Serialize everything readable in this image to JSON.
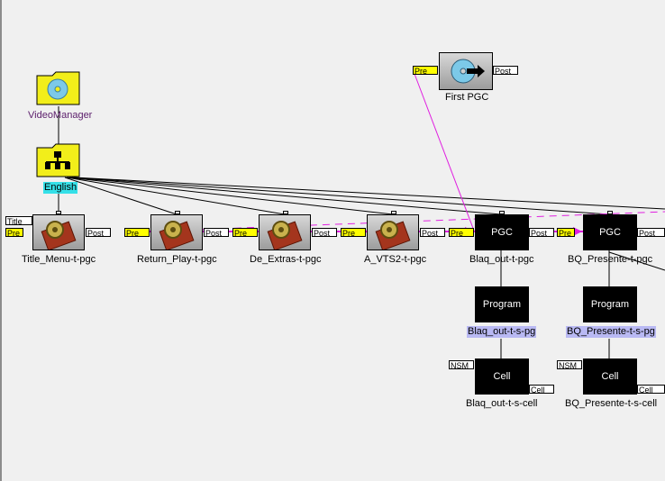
{
  "nodes": {
    "video_manager": {
      "label": "VideoManager"
    },
    "language": {
      "label": "English"
    },
    "first_pgc": {
      "label": "First PGC",
      "pre": "Pre",
      "post": "Post"
    },
    "title_menu": {
      "label": "Title_Menu-t-pgc",
      "title_tag": "Title",
      "pre": "Pre",
      "post": "Post"
    },
    "return_play": {
      "label": "Return_Play-t-pgc",
      "pre": "Pre",
      "post": "Post"
    },
    "de_extras": {
      "label": "De_Extras-t-pgc",
      "pre": "Pre",
      "post": "Post"
    },
    "a_vts2": {
      "label": "A_VTS2-t-pgc",
      "pre": "Pre",
      "post": "Post"
    },
    "blaq_out": {
      "pgc_text": "PGC",
      "label": "Blaq_out-t-pgc",
      "pre": "Pre",
      "post": "Post",
      "program_text": "Program",
      "program_label": "Blaq_out-t-s-pg",
      "cell_text": "Cell",
      "nsm": "NSM",
      "cell_tag": "Cell",
      "cell_label": "Blaq_out-t-s-cell"
    },
    "bq_presente": {
      "pgc_text": "PGC",
      "label": "BQ_Presente-t-pgc",
      "pre": "Pre",
      "post": "Post",
      "program_text": "Program",
      "program_label": "BQ_Presente-t-s-pg",
      "cell_text": "Cell",
      "nsm": "NSM",
      "cell_tag": "Cell",
      "cell_label": "BQ_Presente-t-s-cell"
    }
  },
  "colors": {
    "background": "#f0f0f0",
    "folder": "#f2ee1a",
    "pre_port": "#ffff00",
    "link_magenta": "#e020e0",
    "highlight_cyan": "#35e0e8",
    "highlight_blue": "#b9b9f3",
    "label_purple": "#5b1d6b"
  },
  "icons": [
    "dvd-folder-icon",
    "tree-folder-icon",
    "dvd-arrow-icon",
    "film-reel-icon"
  ]
}
